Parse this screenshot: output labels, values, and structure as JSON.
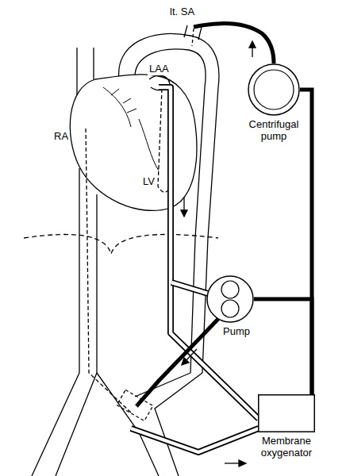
{
  "diagram": {
    "nodes": [
      {
        "text": [
          "Centrifugal pump"
        ]
      },
      {
        "text": [
          "Pump"
        ]
      },
      {
        "text": [
          "Membrane oxygenator"
        ]
      }
    ],
    "edges": [
      {
        "from": 0,
        "to": 2,
        "arrow": "none"
      },
      {
        "from": 1,
        "to": 2,
        "arrow": "none"
      }
    ],
    "labels": [
      "lt. SA",
      "LAA",
      "RA",
      "LV"
    ]
  }
}
